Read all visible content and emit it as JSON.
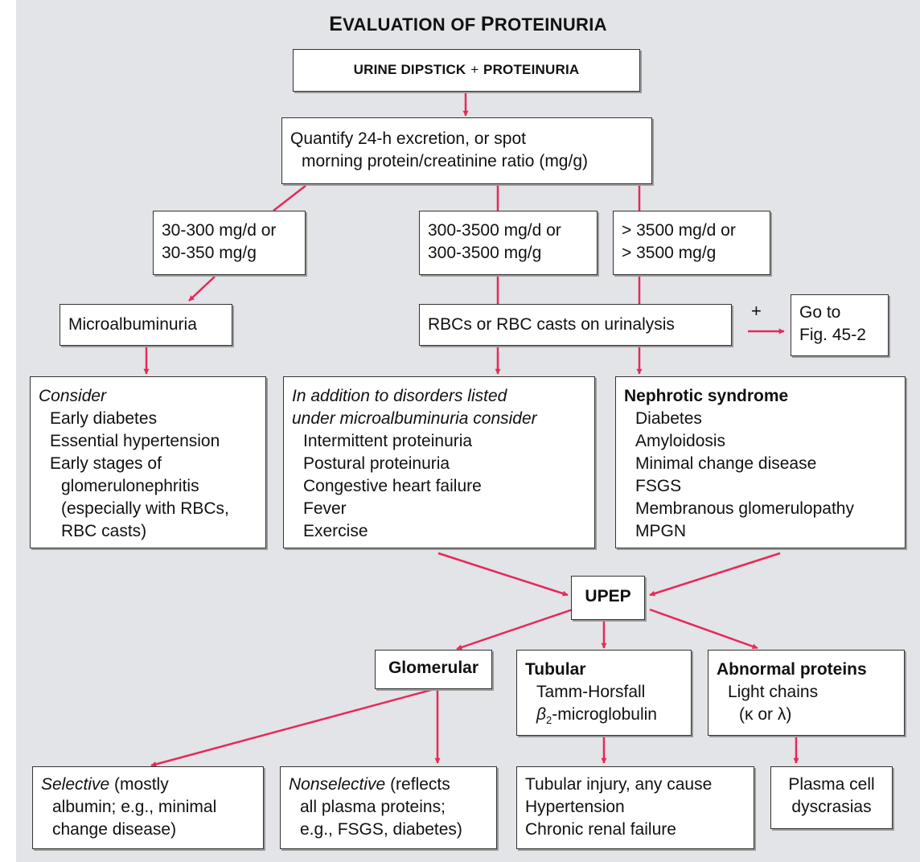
{
  "title": {
    "prefix_e": "E",
    "rest1": "VALUATION OF ",
    "prefix_p": "P",
    "rest2": "ROTEINURIA"
  },
  "colors": {
    "arrow": "#e8285a",
    "background": "#e2e4e7",
    "box_border": "#333333"
  },
  "nodes": {
    "start": {
      "part1": "URINE DIPSTICK",
      "plus": "+",
      "part2": "PROTEINURIA"
    },
    "quantify": {
      "line1": "Quantify 24-h excretion, or spot",
      "line2": "morning protein/creatinine ratio (mg/g)"
    },
    "range_low": {
      "line1": "30-300 mg/d or",
      "line2": "30-350 mg/g"
    },
    "range_mid": {
      "line1": "300-3500 mg/d or",
      "line2": "300-3500 mg/g"
    },
    "range_high": {
      "line1": "> 3500 mg/d or",
      "line2": "> 3500 mg/g"
    },
    "microalbuminuria": {
      "label": "Microalbuminuria"
    },
    "rbc": {
      "label": "RBCs or RBC casts on urinalysis"
    },
    "plus_sign": {
      "label": "+"
    },
    "goto": {
      "line1": "Go to",
      "line2": "Fig. 45-2"
    },
    "consider": {
      "heading": "Consider",
      "items": [
        "Early diabetes",
        "Essential hypertension",
        "Early stages of",
        "glomerulonephritis",
        "(especially with RBCs,",
        "RBC casts)"
      ]
    },
    "addition": {
      "heading1": "In addition to disorders listed",
      "heading2": "under microalbuminuria consider",
      "items": [
        "Intermittent proteinuria",
        "Postural proteinuria",
        "Congestive heart failure",
        "Fever",
        "Exercise"
      ]
    },
    "nephrotic": {
      "heading": "Nephrotic syndrome",
      "items": [
        "Diabetes",
        "Amyloidosis",
        "Minimal change disease",
        "FSGS",
        "Membranous glomerulopathy",
        "MPGN"
      ]
    },
    "upep": {
      "label": "UPEP"
    },
    "glomerular": {
      "label": "Glomerular"
    },
    "tubular": {
      "heading": "Tubular",
      "item1": "Tamm-Horsfall",
      "item2_beta": "β",
      "item2_sub": "2",
      "item2_rest": "-microglobulin"
    },
    "abnormal": {
      "heading": "Abnormal proteins",
      "item1": "Light chains",
      "item2": "(κ or λ)"
    },
    "selective": {
      "lead": "Selective",
      "rest1": " (mostly",
      "line2": "albumin;  e.g., minimal",
      "line3": "change disease)"
    },
    "nonselective": {
      "lead": "Nonselective",
      "rest1": " (reflects",
      "line2": "all plasma proteins;",
      "line3": "e.g., FSGS, diabetes)"
    },
    "tubular_injury": {
      "items": [
        "Tubular injury, any cause",
        "Hypertension",
        "Chronic renal failure"
      ]
    },
    "plasma_cell": {
      "line1": "Plasma cell",
      "line2": "dyscrasias"
    }
  }
}
